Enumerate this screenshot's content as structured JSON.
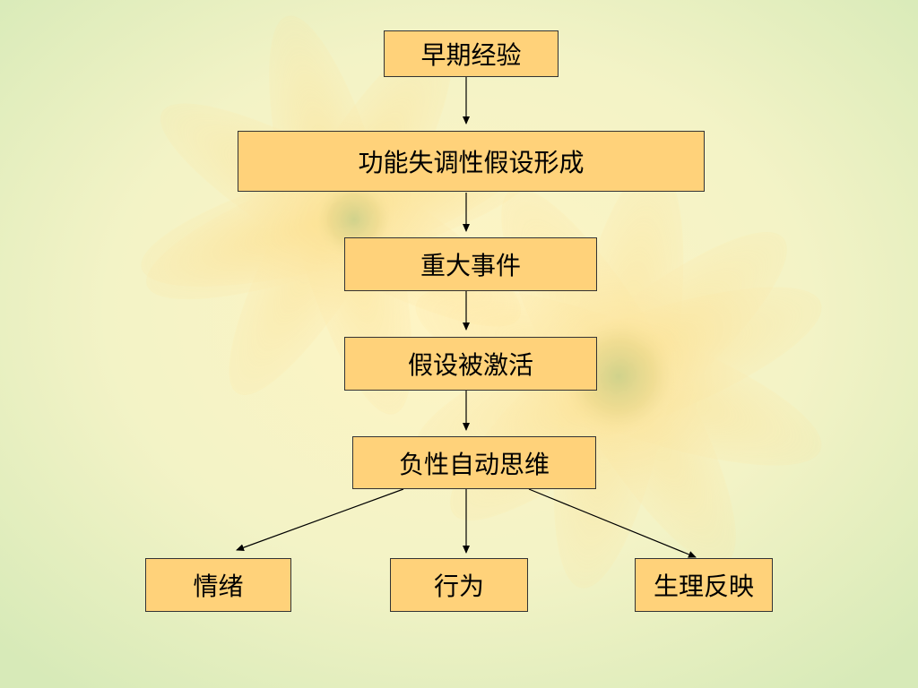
{
  "diagram": {
    "nodes": {
      "early_experience": "早期经验",
      "dysfunctional_assumptions": "功能失调性假设形成",
      "major_event": "重大事件",
      "assumptions_activated": "假设被激活",
      "negative_automatic_thoughts": "负性自动思维",
      "emotion": "情绪",
      "behavior": "行为",
      "physiological_response": "生理反映"
    },
    "edges": [
      [
        "early_experience",
        "dysfunctional_assumptions"
      ],
      [
        "dysfunctional_assumptions",
        "major_event"
      ],
      [
        "major_event",
        "assumptions_activated"
      ],
      [
        "assumptions_activated",
        "negative_automatic_thoughts"
      ],
      [
        "negative_automatic_thoughts",
        "emotion"
      ],
      [
        "negative_automatic_thoughts",
        "behavior"
      ],
      [
        "negative_automatic_thoughts",
        "physiological_response"
      ]
    ]
  },
  "colors": {
    "box_fill": "#ffd27a",
    "box_border": "#333333",
    "background": "#eef3cf"
  }
}
